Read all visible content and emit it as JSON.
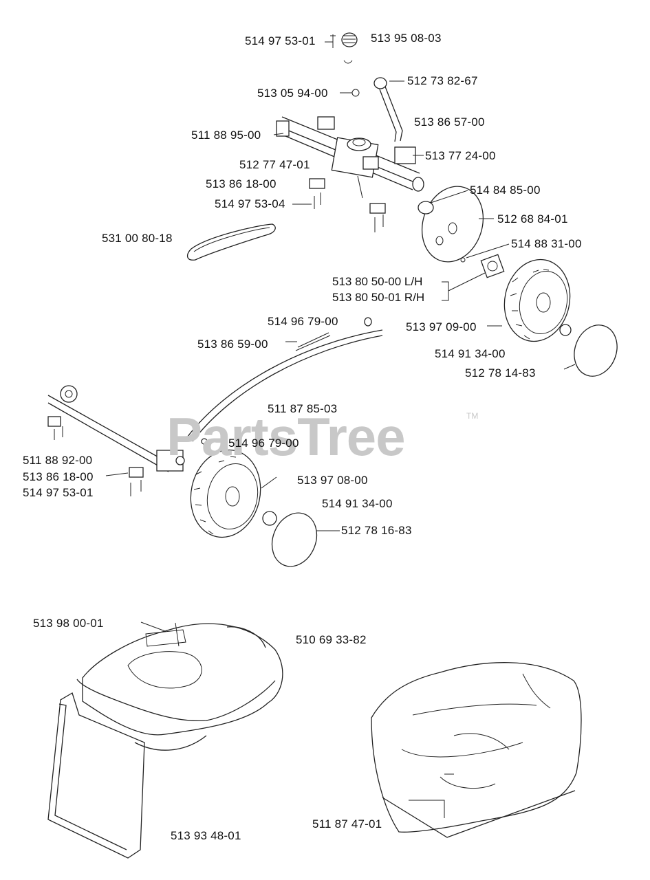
{
  "watermark": {
    "text": "PartsTree",
    "tm": "TM"
  },
  "labels": [
    {
      "id": "p1",
      "text": "514 97 53-01"
    },
    {
      "id": "p2",
      "text": "513 95 08-03"
    },
    {
      "id": "p3",
      "text": "512 73 82-67"
    },
    {
      "id": "p4",
      "text": "513 05 94-00"
    },
    {
      "id": "p5",
      "text": "513 86 57-00"
    },
    {
      "id": "p6",
      "text": "511 88 95-00"
    },
    {
      "id": "p7",
      "text": "513 77 24-00"
    },
    {
      "id": "p8",
      "text": "512 77 47-01"
    },
    {
      "id": "p9",
      "text": "513 86 18-00"
    },
    {
      "id": "p10",
      "text": "514 84 85-00"
    },
    {
      "id": "p11",
      "text": "514 97 53-04"
    },
    {
      "id": "p12",
      "text": "512 68 84-01"
    },
    {
      "id": "p13",
      "text": "531 00 80-18"
    },
    {
      "id": "p14",
      "text": "514 88 31-00"
    },
    {
      "id": "p15",
      "text": "513 80 50-00 L/H"
    },
    {
      "id": "p16",
      "text": "513 80 50-01 R/H"
    },
    {
      "id": "p17",
      "text": "514 96 79-00"
    },
    {
      "id": "p18",
      "text": "513 97 09-00"
    },
    {
      "id": "p19",
      "text": "513 86 59-00"
    },
    {
      "id": "p20",
      "text": "514 91 34-00"
    },
    {
      "id": "p21",
      "text": "512 78 14-83"
    },
    {
      "id": "p22",
      "text": "511 87 85-03"
    },
    {
      "id": "p23",
      "text": "514 96 79-00"
    },
    {
      "id": "p24",
      "text": "511 88 92-00"
    },
    {
      "id": "p25",
      "text": "513 86 18-00"
    },
    {
      "id": "p26",
      "text": "514 97 53-01"
    },
    {
      "id": "p27",
      "text": "513 97  08-00"
    },
    {
      "id": "p28",
      "text": "514 91 34-00"
    },
    {
      "id": "p29",
      "text": "512 78 16-83"
    },
    {
      "id": "p30",
      "text": "513 98 00-01"
    },
    {
      "id": "p31",
      "text": "510 69 33-82"
    },
    {
      "id": "p32",
      "text": "513 93 48-01"
    },
    {
      "id": "p33",
      "text": "511 87 47-01"
    }
  ]
}
